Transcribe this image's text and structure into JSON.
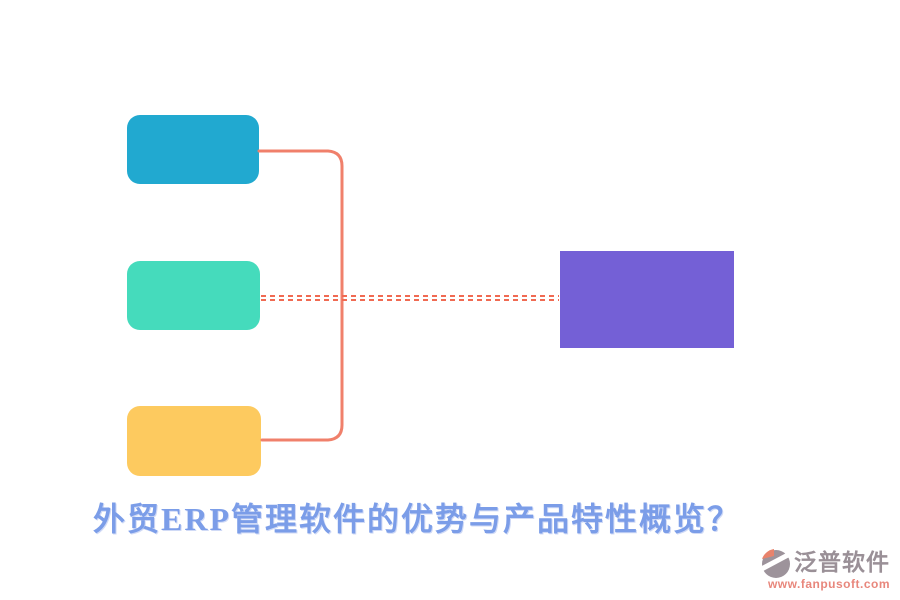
{
  "title": {
    "text": "外贸ERP管理软件的优势与产品特性概览？",
    "color": "#7B9DE8"
  },
  "diagram": {
    "left_boxes": [
      {
        "name": "topic-box-top",
        "label": "",
        "color": "#21A9D0"
      },
      {
        "name": "topic-box-middle",
        "label": "",
        "color": "#45DBBC"
      },
      {
        "name": "topic-box-bottom",
        "label": "",
        "color": "#FDCA5F"
      }
    ],
    "right_box": {
      "name": "summary-box",
      "label": "",
      "color": "#7460D6"
    },
    "bracket_connector_color": "#F0806B",
    "dotted_connector_color": "#F06A52"
  },
  "watermark": {
    "brand": "泛普软件",
    "brand_color": "#9A9097",
    "url": "www.fanpusoft.com",
    "url_color": "#E8877C",
    "icon_gray": "#9D939B",
    "icon_accent": "#E8836C"
  }
}
